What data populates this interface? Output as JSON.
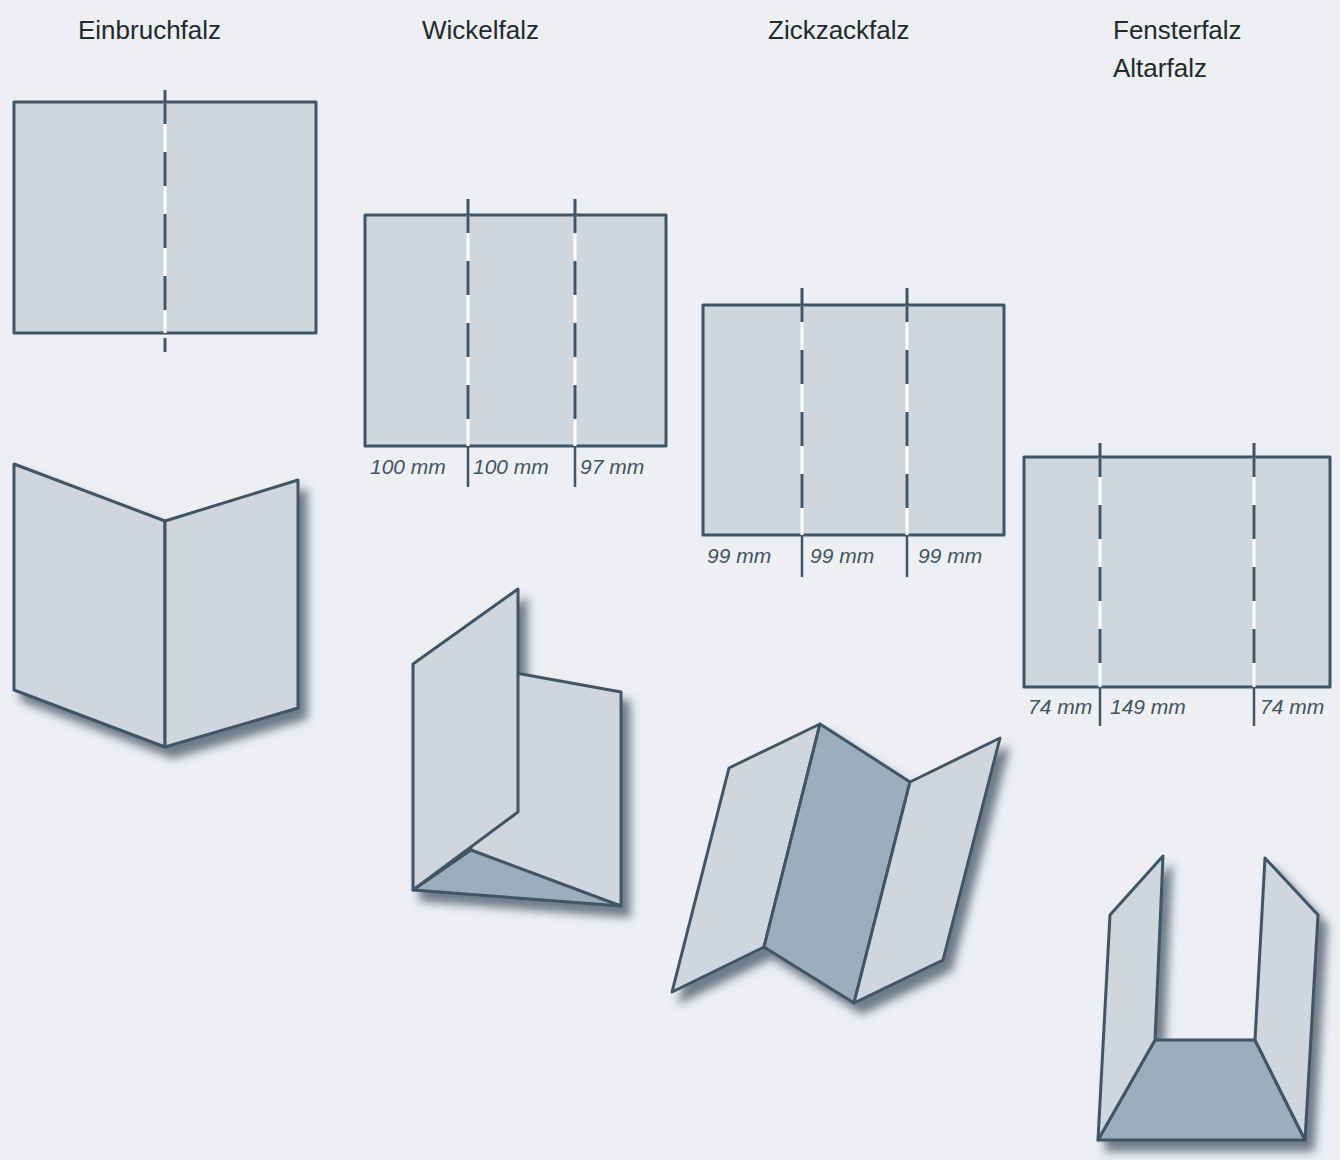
{
  "diagram": {
    "labels": [
      "Einbruchfalz",
      "Wickelfalz",
      "Zickzackfalz",
      "Fensterfalz Altarfalz",
      "100 mm",
      "100 mm",
      "97 mm",
      "99 mm",
      "99 mm",
      "99 mm",
      "74 mm",
      "149 mm",
      "74 mm"
    ]
  }
}
